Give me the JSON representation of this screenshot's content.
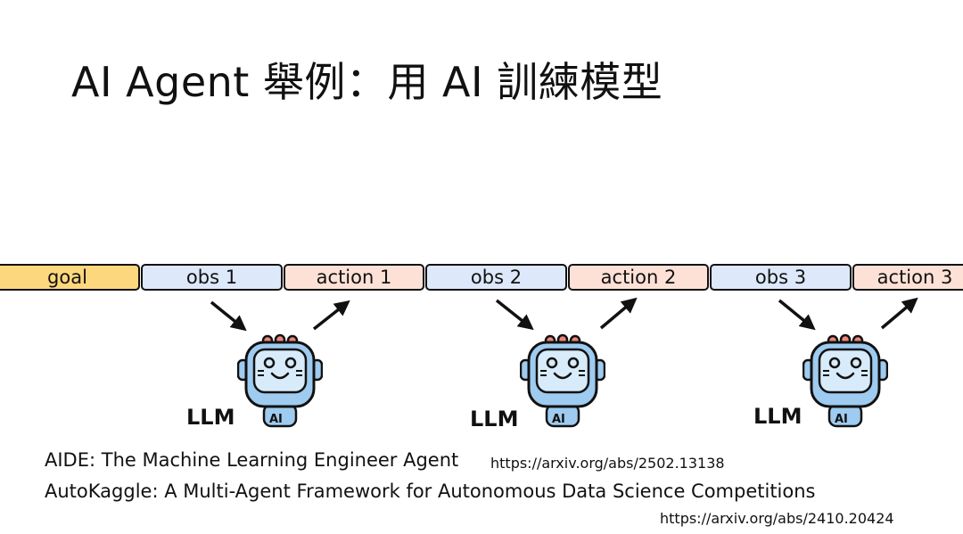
{
  "title": "AI Agent 舉例：用 AI 訓練模型",
  "sequence": [
    {
      "label": "goal",
      "kind": "goal"
    },
    {
      "label": "obs 1",
      "kind": "obs"
    },
    {
      "label": "action 1",
      "kind": "action"
    },
    {
      "label": "obs 2",
      "kind": "obs"
    },
    {
      "label": "action 2",
      "kind": "action"
    },
    {
      "label": "obs 3",
      "kind": "obs"
    },
    {
      "label": "action 3",
      "kind": "action"
    }
  ],
  "llm_blocks": [
    {
      "label": "LLM",
      "badge": "AI"
    },
    {
      "label": "LLM",
      "badge": "AI"
    },
    {
      "label": "LLM",
      "badge": "AI"
    }
  ],
  "references": [
    {
      "name": "AIDE: The Machine Learning Engineer Agent",
      "url": "https://arxiv.org/abs/2502.13138"
    },
    {
      "name": "AutoKaggle: A Multi-Agent Framework for Autonomous Data Science Competitions",
      "url": "https://arxiv.org/abs/2410.20424"
    }
  ],
  "colors": {
    "goal": "#fdd77e",
    "obs": "#dde8fa",
    "action": "#fde1d6",
    "robot_body": "#9ecbef",
    "robot_screen": "#d8ebfa",
    "robot_buttons": "#f0867a"
  }
}
